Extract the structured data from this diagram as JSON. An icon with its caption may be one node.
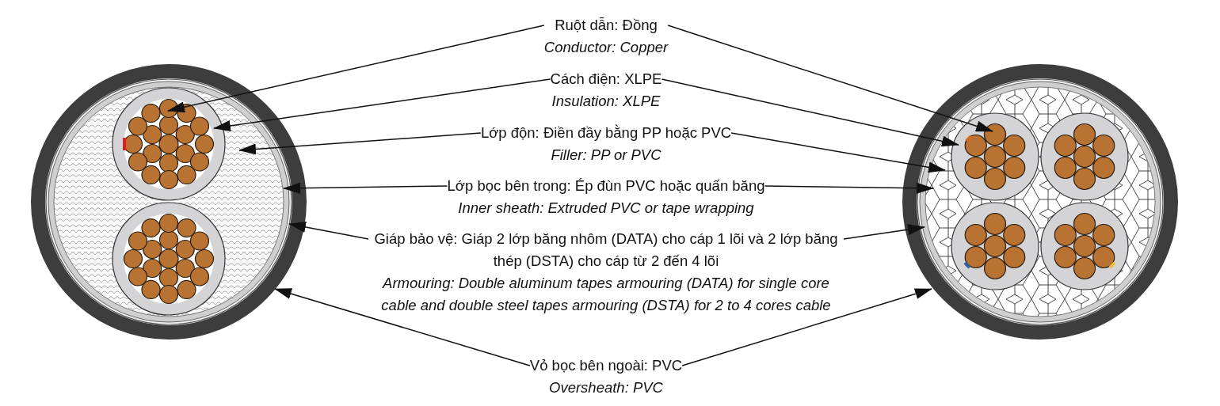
{
  "diagram": {
    "nodes": [
      {
        "text": [
          "Ruột dẫn: Đồng",
          "Conductor: Copper"
        ]
      },
      {
        "text": [
          "Cách điện: XLPE",
          "Insulation: XLPE"
        ]
      },
      {
        "text": [
          "Lớp độn: Điền đầy bằng PP hoặc PVC",
          "Filler: PP or PVC"
        ]
      },
      {
        "text": [
          "Lớp bọc bên trong: Ép đùn PVC hoặc quấn băng",
          "Inner sheath: Extruded PVC or tape wrapping"
        ]
      },
      {
        "text": [
          "Giáp bảo vệ: Giáp 2 lớp băng nhôm (DATA) cho cáp 1 lõi và 2 lớp băng thép (DSTA) cho cáp từ 2 đến 4 lõi",
          "Armouring: Double aluminum tapes armouring (DATA) for single core cable and double steel tapes armouring (DSTA) for 2 to 4 cores cable"
        ]
      },
      {
        "text": [
          "Vỏ bọc bên ngoài: PVC",
          "Oversheath: PVC"
        ]
      }
    ],
    "edges": [
      {
        "from": 0,
        "to": null,
        "arrow": "to"
      },
      {
        "from": 0,
        "to": null,
        "arrow": "to"
      },
      {
        "from": 1,
        "to": null,
        "arrow": "to"
      },
      {
        "from": 1,
        "to": null,
        "arrow": "to"
      },
      {
        "from": 2,
        "to": null,
        "arrow": "to"
      },
      {
        "from": 2,
        "to": null,
        "arrow": "to"
      },
      {
        "from": 3,
        "to": null,
        "arrow": "to"
      },
      {
        "from": 3,
        "to": null,
        "arrow": "to"
      },
      {
        "from": 4,
        "to": null,
        "arrow": "to"
      },
      {
        "from": 4,
        "to": null,
        "arrow": "to"
      },
      {
        "from": 5,
        "to": null,
        "arrow": "to"
      },
      {
        "from": 5,
        "to": null,
        "arrow": "to"
      }
    ]
  }
}
